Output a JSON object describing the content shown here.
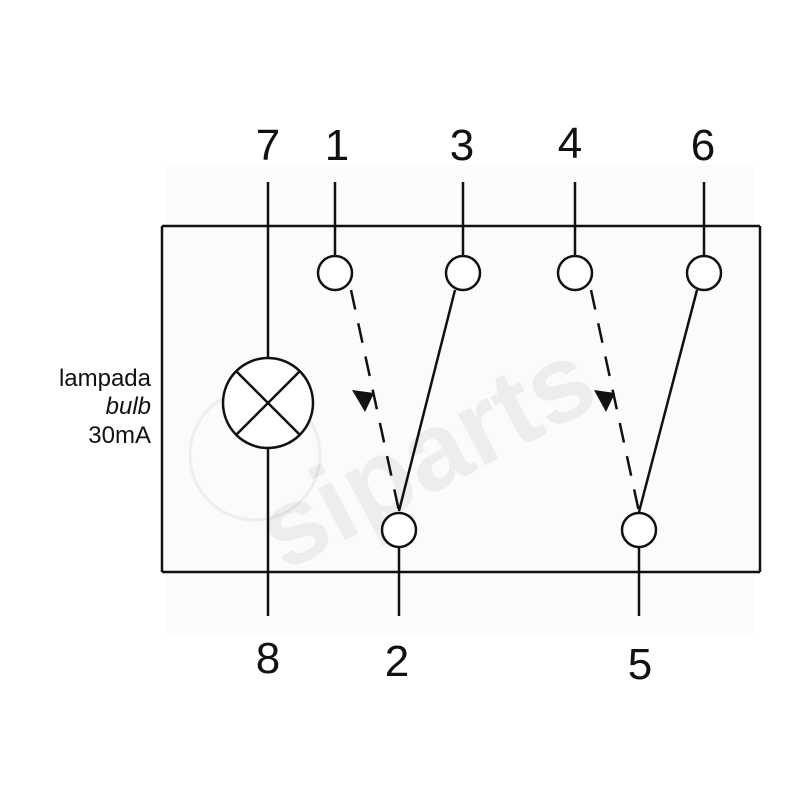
{
  "pins": {
    "p1": "1",
    "p2": "2",
    "p3": "3",
    "p4": "4",
    "p5": "5",
    "p6": "6",
    "p7": "7",
    "p8": "8"
  },
  "bulb": {
    "line1": "lampada",
    "line2": "bulb",
    "line3": "30mA"
  },
  "watermark": {
    "text": "siparts"
  },
  "colors": {
    "line": "#111111",
    "background": "#ffffff"
  }
}
